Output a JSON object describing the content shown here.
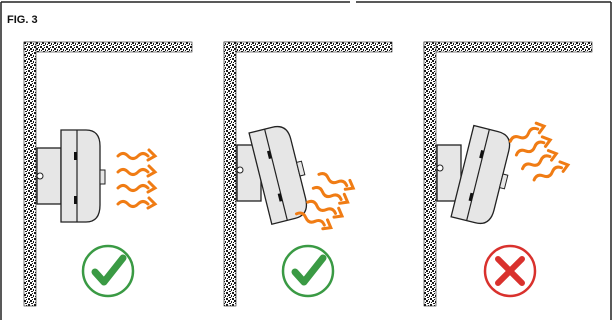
{
  "figure": {
    "label": "FIG. 3",
    "frame_color": "#222222"
  },
  "panels": [
    {
      "orientation": "straight",
      "heat_direction": "horizontal",
      "verdict": "correct",
      "verdict_icon": "checkmark-icon",
      "verdict_color": "#3a9a44"
    },
    {
      "orientation": "tilted-down",
      "heat_direction": "downward",
      "verdict": "correct",
      "verdict_icon": "checkmark-icon",
      "verdict_color": "#3a9a44"
    },
    {
      "orientation": "tilted-up",
      "heat_direction": "upward",
      "verdict": "incorrect",
      "verdict_icon": "cross-icon",
      "verdict_color": "#d9312d"
    }
  ],
  "colors": {
    "heater_body": "#e6e6e6",
    "heater_outline": "#222222",
    "heat_wave": "#f07c14",
    "wall_speckle": "#1a1a1a"
  }
}
